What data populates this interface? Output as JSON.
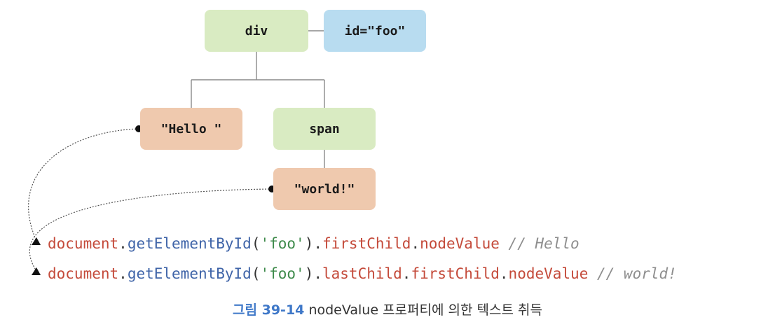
{
  "nodes": {
    "div": "div",
    "attr": "id=\"foo\"",
    "hello": "\"Hello \"",
    "span": "span",
    "world": "\"world!\""
  },
  "code_lines": [
    {
      "object": "document",
      "method": "getElementById",
      "arg": "'foo'",
      "props": [
        "firstChild",
        "nodeValue"
      ],
      "comment": "// Hello"
    },
    {
      "object": "document",
      "method": "getElementById",
      "arg": "'foo'",
      "props": [
        "lastChild",
        "firstChild",
        "nodeValue"
      ],
      "comment": "// world!"
    }
  ],
  "caption": {
    "figure": "그림 39-14",
    "text": "nodeValue 프로퍼티에 의한 텍스트 취득"
  },
  "colors": {
    "element_node": "#d9ebc2",
    "attribute_node": "#b8dcf0",
    "text_node": "#efc9ae",
    "code_object": "#c44a3a",
    "code_method": "#3f64a8",
    "code_string": "#3d8a4a",
    "code_comment": "#8e8e8e",
    "caption_figure": "#3f78c8"
  }
}
